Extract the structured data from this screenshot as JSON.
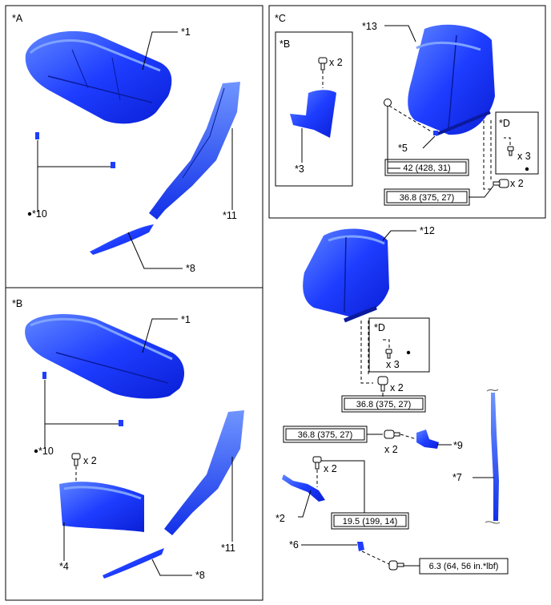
{
  "panels": {
    "a": {
      "label": "*A"
    },
    "b": {
      "label": "*B"
    },
    "c": {
      "label": "*C"
    },
    "c_inset": {
      "label": "*B"
    },
    "d_upper": {
      "label": "*D",
      "qty": "x 3"
    },
    "d_lower": {
      "label": "*D",
      "qty": "x 3"
    }
  },
  "callouts": {
    "p1": "*1",
    "p2": "*2",
    "p3": "*3",
    "p4": "*4",
    "p5": "*5",
    "p6": "*6",
    "p7": "*7",
    "p8": "*8",
    "p9": "*9",
    "p10": "*10",
    "p11": "*11",
    "p12": "*12",
    "p13": "*13"
  },
  "quantities": {
    "x2": "x 2"
  },
  "torques": {
    "t42": "42 (428, 31)",
    "t36_8": "36.8 (375, 27)",
    "t19_5": "19.5 (199, 14)",
    "t6_3": "6.3 (64, 56 in.*lbf)"
  },
  "colors": {
    "part_dark": "#0a1fd6",
    "part_mid": "#1e3dff",
    "part_light": "#5f86ff",
    "frame": "#000000"
  },
  "icons": [
    "seat-cushion-icon",
    "seatback-icon",
    "cover-icon",
    "bolt-icon",
    "clip-icon",
    "hinge-bracket-icon",
    "seat-belt-icon"
  ]
}
